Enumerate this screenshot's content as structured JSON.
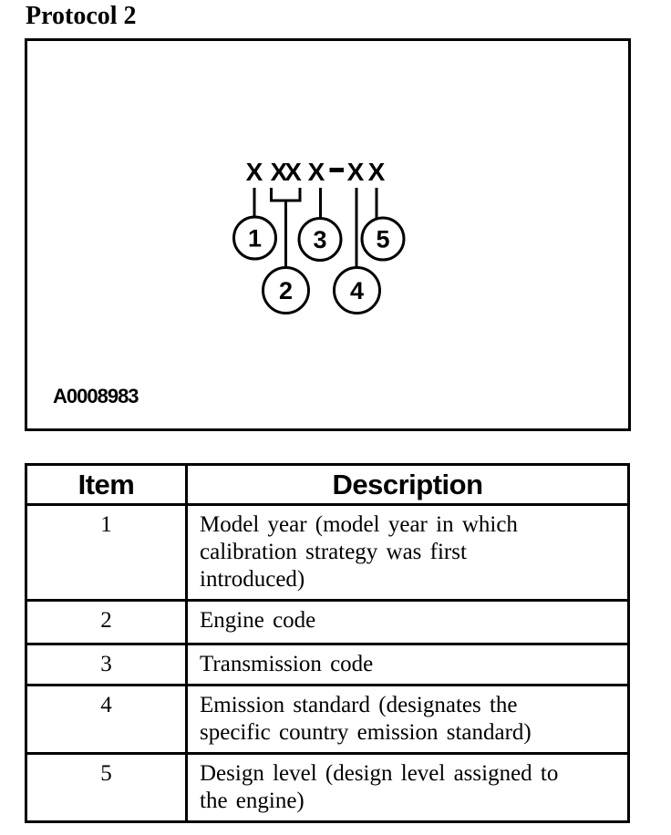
{
  "page_title": "Protocol 2",
  "colors": {
    "ink": "#000000",
    "background": "#ffffff"
  },
  "diagram": {
    "code_pattern": "X XX X - X X",
    "code_glyphs": [
      "X",
      "X",
      "X",
      "X",
      "X",
      "X"
    ],
    "separator": "-",
    "callouts": [
      "1",
      "2",
      "3",
      "4",
      "5"
    ],
    "figure_id": "A0008983"
  },
  "table": {
    "headers": [
      "Item",
      "Description"
    ],
    "rows": [
      {
        "item": "1",
        "description": "Model year (model year in which\ncalibration strategy was first\nintroduced)"
      },
      {
        "item": "2",
        "description": "Engine code"
      },
      {
        "item": "3",
        "description": "Transmission code"
      },
      {
        "item": "4",
        "description": "Emission standard (designates the\nspecific country emission standard)"
      },
      {
        "item": "5",
        "description": "Design level (design level assigned to\nthe engine)"
      }
    ]
  }
}
